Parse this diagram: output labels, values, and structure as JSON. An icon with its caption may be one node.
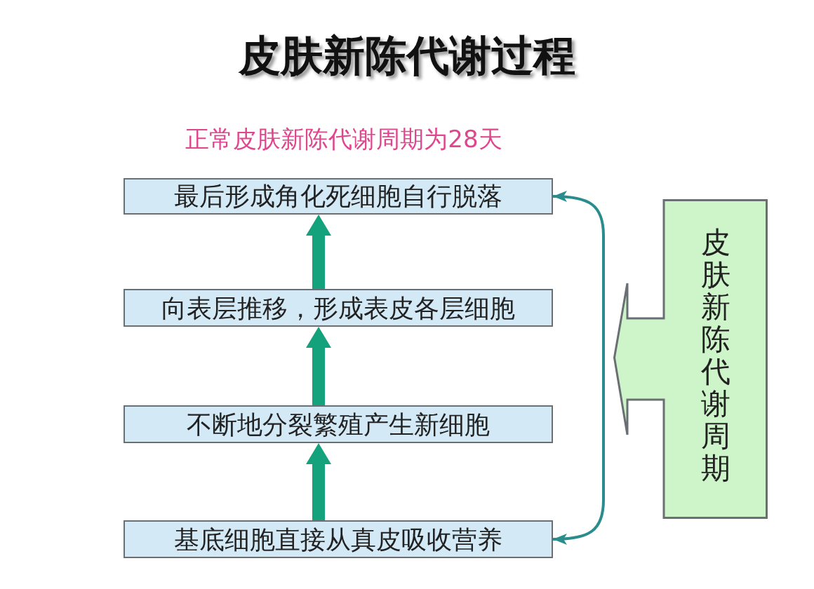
{
  "diagram": {
    "title": "皮肤新陈代谢过程",
    "nodes": [
      {
        "text": [
          "最后形成角化死细胞自行脱落"
        ]
      },
      {
        "text": [
          "向表层推移，形成表皮各层细胞"
        ]
      },
      {
        "text": [
          "不断地分裂繁殖产生新细胞"
        ]
      },
      {
        "text": [
          "基底细胞直接从真皮吸收营养"
        ]
      },
      {
        "text": [
          "皮肤新陈代谢周期"
        ]
      }
    ],
    "edges": [
      {
        "from": 3,
        "to": 2,
        "arrow": "to"
      },
      {
        "from": 2,
        "to": 1,
        "arrow": "to"
      },
      {
        "from": 1,
        "to": 0,
        "arrow": "to"
      },
      {
        "from": 0,
        "to": 3,
        "arrow": "both",
        "color": "#2a8c8c"
      }
    ],
    "labels": [
      "正常皮肤新陈代谢周期为28天"
    ]
  }
}
